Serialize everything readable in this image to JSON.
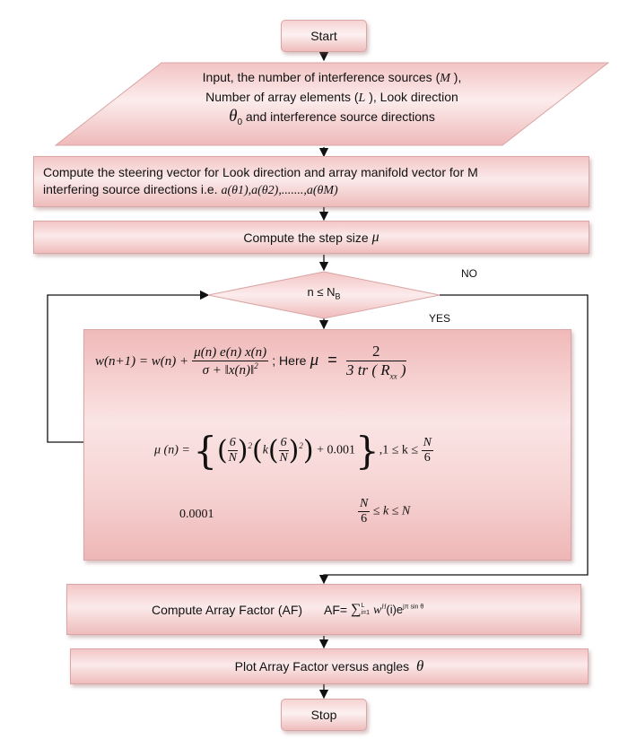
{
  "start_label": "Start",
  "stop_label": "Stop",
  "input": {
    "line1": "Input, the number of interference sources (",
    "M": "M",
    "line1_end": " ),",
    "line2": "Number of array elements (",
    "L": "L",
    "line2_end": " ), Look direction",
    "theta0": "θ",
    "theta0_sub": "0",
    "line3": " and interference source directions"
  },
  "steering": {
    "line1": "Compute the steering vector for Look direction and array manifold vector for M",
    "line2": "interfering source directions i.e.",
    "vectors": "a(θ1),a(θ2),.......,a(θM)"
  },
  "step_size": {
    "label": "Compute the step size",
    "mu": "μ"
  },
  "decision": {
    "condition": "n ≤ N",
    "sub": "B",
    "no": "NO",
    "yes": "YES"
  },
  "update": {
    "lhs": "w(n+1) = w(n) +",
    "num": "μ(n) e(n) x(n)",
    "den": "σ + ‖x(n)‖",
    "den_sup": "2",
    "here": "; Here",
    "mu": "μ",
    "eq": "=",
    "mu_num": "2",
    "mu_den": "3 tr ( R",
    "mu_den_sub": "xx",
    "mu_den_end": " )"
  },
  "mu_schedule": {
    "lhs": "μ (n) =",
    "six": "6",
    "N": "N",
    "k": "k",
    "sq": "2",
    "plus": "+ 0.001",
    "range1": ",1 ≤ k ≤",
    "range1_num": "N",
    "range1_den": "6",
    "alt_value": "0.0001",
    "range2_num": "N",
    "range2_den": "6",
    "range2": "≤ k ≤ N"
  },
  "array_factor": {
    "label": "Compute Array Factor (AF)",
    "formula_prefix": "AF=",
    "sum": "∑",
    "sum_top": "L",
    "sum_bot": "i=1",
    "w": "w",
    "w_sup": "H",
    "rest": "(i)e",
    "exp": "jπ sin θ"
  },
  "plot": {
    "label": "Plot Array Factor versus angles",
    "theta": "θ"
  }
}
